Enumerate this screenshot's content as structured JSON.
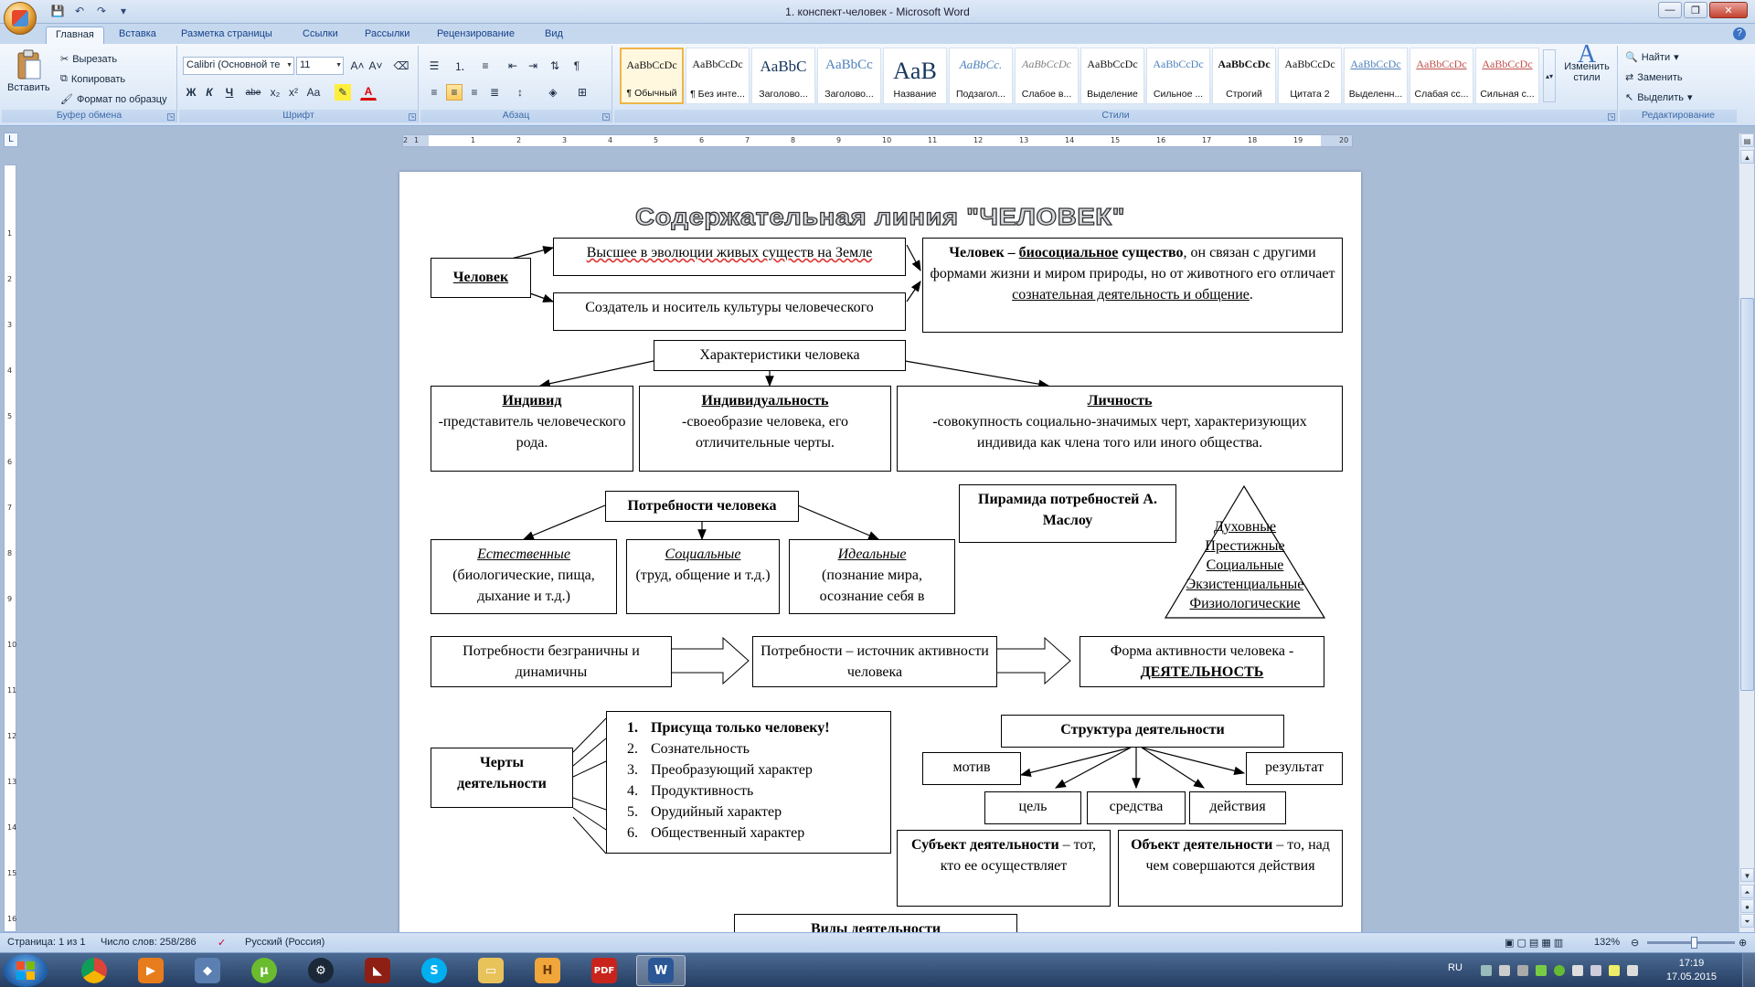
{
  "window": {
    "title": "1. конспект-человек - Microsoft Word",
    "min": "—",
    "max": "❐",
    "close": "✕"
  },
  "tabs": [
    "Главная",
    "Вставка",
    "Разметка страницы",
    "Ссылки",
    "Рассылки",
    "Рецензирование",
    "Вид"
  ],
  "ribbon": {
    "clipboard": {
      "label": "Буфер обмена",
      "paste": "Вставить",
      "cut": "Вырезать",
      "copy": "Копировать",
      "format_painter": "Формат по образцу"
    },
    "font": {
      "label": "Шрифт",
      "font_name": "Calibri (Основной те",
      "font_size": "11",
      "bold": "Ж",
      "italic": "К",
      "underline": "Ч",
      "strike": "abe",
      "sub": "x₂",
      "sup": "x²",
      "case": "Aa",
      "color": "A"
    },
    "paragraph": {
      "label": "Абзац"
    },
    "styles": {
      "label": "Стили",
      "items": [
        {
          "sample": "AaBbCcDc",
          "name": "¶ Обычный"
        },
        {
          "sample": "AaBbCcDc",
          "name": "¶ Без инте..."
        },
        {
          "sample": "AaBbC",
          "name": "Заголово..."
        },
        {
          "sample": "AaBbCc",
          "name": "Заголово..."
        },
        {
          "sample": "AaB",
          "name": "Название"
        },
        {
          "sample": "AaBbCc.",
          "name": "Подзагол..."
        },
        {
          "sample": "AaBbCcDc",
          "name": "Слабое в..."
        },
        {
          "sample": "AaBbCcDc",
          "name": "Выделение"
        },
        {
          "sample": "AaBbCcDc",
          "name": "Сильное ..."
        },
        {
          "sample": "AaBbCcDc",
          "name": "Строгий"
        },
        {
          "sample": "AaBbCcDc",
          "name": "Цитата 2"
        },
        {
          "sample": "AaBbCcDc",
          "name": "Выделенн..."
        },
        {
          "sample": "AaBbCcDc",
          "name": "Слабая сс..."
        },
        {
          "sample": "AaBbCcDc",
          "name": "Сильная с..."
        }
      ],
      "change": "Изменить стили"
    },
    "editing": {
      "label": "Редактирование",
      "find": "Найти",
      "replace": "Заменить",
      "select": "Выделить"
    }
  },
  "ruler": {
    "ticks": [
      "2",
      "1",
      "1",
      "2",
      "3",
      "4",
      "5",
      "6",
      "7",
      "8",
      "9",
      "10",
      "11",
      "12",
      "13",
      "14",
      "15",
      "16",
      "17",
      "18",
      "19",
      "20"
    ],
    "vticks": [
      "1",
      "2",
      "3",
      "4",
      "5",
      "6",
      "7",
      "8",
      "9",
      "10",
      "11",
      "12",
      "13",
      "14",
      "15",
      "16"
    ]
  },
  "document": {
    "title": "Содержательная линия \"ЧЕЛОВЕК\"",
    "chelovek": "Человек",
    "highest": "Высшее в эволюции живых существ на Земле",
    "creator": "Создатель и носитель культуры человеческого",
    "def_b1": "Человек",
    "def_dash": " – ",
    "def_b2": "биосоциальное",
    "def_b3": " существо",
    "def_rest": ", он связан с другими формами жизни и миром природы, но от животного его отличает ",
    "def_u": "сознательная деятельность и общение",
    "def_end": ".",
    "characteristics": "Характеристики человека",
    "individ_title": "Индивид",
    "individ_text": "-представитель человеческого рода.",
    "individuality_title": "Индивидуальность",
    "individuality_text": "-своеобразие человека, его отличительные черты.",
    "personality_title": "Личность",
    "personality_text": "-совокупность социально-значимых черт, характеризующих индивида как члена того или иного общества.",
    "needs": "Потребности человека",
    "natural_title": "Естественные",
    "natural_text": "(биологические, пища, дыхание и т.д.)",
    "social_title": "Социальные",
    "social_text": "(труд, общение и т.д.)",
    "ideal_title": "Идеальные",
    "ideal_text": "(познание мира, осознание себя в",
    "maslow": "Пирамида потребностей А. Маслоу",
    "pyramid": [
      "Духовные",
      "Престижные",
      "Социальные",
      "Экзистенциальные",
      "Физиологические"
    ],
    "limitless": "Потребности безграничны и динамичны",
    "source": "Потребности – источник активности человека",
    "form": "Форма активности человека -",
    "activity": "ДЕЯТЕЛЬНОСТЬ",
    "features": "Черты деятельности",
    "features_list": [
      {
        "n": "1.",
        "t": "Присуща только человеку!"
      },
      {
        "n": "2.",
        "t": "Сознательность"
      },
      {
        "n": "3.",
        "t": "Преобразующий характер"
      },
      {
        "n": "4.",
        "t": "Продуктивность"
      },
      {
        "n": "5.",
        "t": "Орудийный характер"
      },
      {
        "n": "6.",
        "t": "Общественный характер"
      }
    ],
    "structure": "Структура деятельности",
    "motive": "мотив",
    "result": "результат",
    "goal": "цель",
    "means": "средства",
    "actions": "действия",
    "subject_b": "Субъект деятельности",
    "subject_rest": " – тот, кто ее осуществляет",
    "object_b": "Объект деятельности",
    "object_rest": " – то, над чем совершаются действия",
    "types": "Виды деятельности"
  },
  "status": {
    "page": "Страница: 1 из 1",
    "words": "Число слов: 258/286",
    "lang": "Русский (Россия)",
    "zoom": "132%"
  },
  "taskbar": {
    "lang": "RU",
    "time": "17:19",
    "date": "17.05.2015"
  }
}
